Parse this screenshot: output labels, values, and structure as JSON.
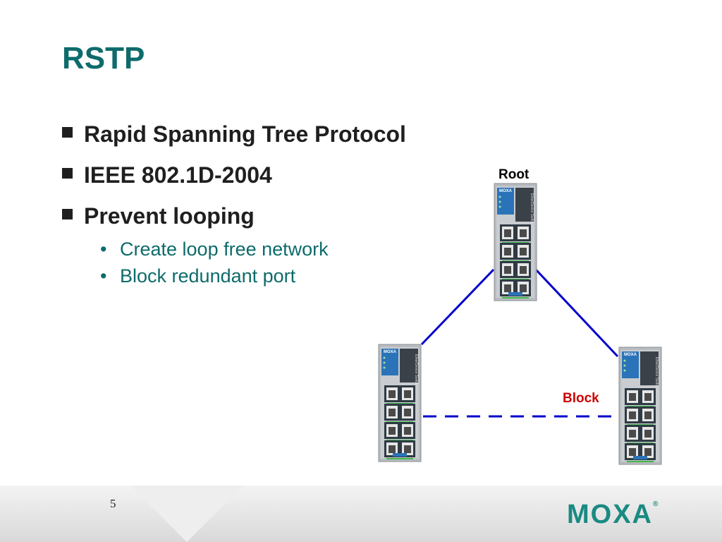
{
  "slide": {
    "title": "RSTP",
    "bullets": [
      {
        "text": "Rapid Spanning Tree Protocol"
      },
      {
        "text": "IEEE 802.1D-2004"
      },
      {
        "text": "Prevent looping",
        "sub": [
          "Create loop free network",
          "Block redundant port"
        ]
      }
    ],
    "page_number": "5"
  },
  "diagram": {
    "root_label": "Root",
    "block_label": "Block",
    "switch_brand": "MOXA",
    "switch_side_text": "EtherDevice Switch",
    "link_color": "#0000cc",
    "block_label_color": "#cc0000"
  },
  "footer": {
    "logo": "MOXA",
    "logo_reg": "®",
    "logo_color": "#1a8a82"
  },
  "theme": {
    "title_color": "#0e6b6b",
    "sub_bullet_color": "#0e6b6b"
  }
}
